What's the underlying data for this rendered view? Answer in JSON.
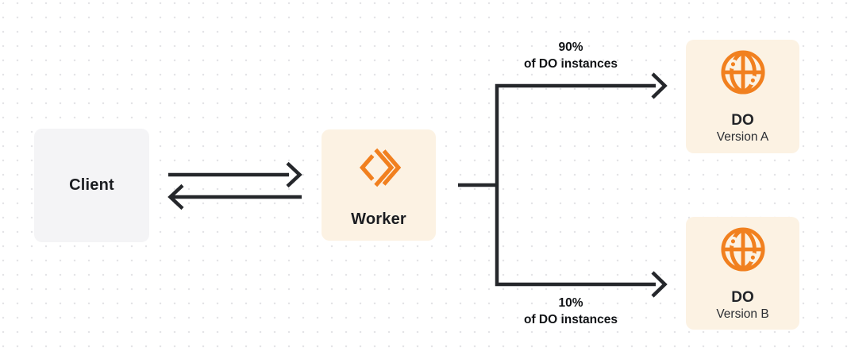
{
  "colors": {
    "accent_orange": "#F1801F",
    "connector_line": "#25272B",
    "cream_node_bg": "#FCF2E3",
    "gray_node_bg": "#F4F4F6",
    "dot_grid": "#E4E4E7",
    "text_dark": "#1B1D21"
  },
  "nodes": {
    "client": {
      "label": "Client"
    },
    "worker": {
      "label": "Worker",
      "icon": "workers-chevrons-icon"
    },
    "do_version_a": {
      "title": "DO",
      "subtitle": "Version A",
      "icon": "globe-icon"
    },
    "do_version_b": {
      "title": "DO",
      "subtitle": "Version B",
      "icon": "globe-icon"
    }
  },
  "edge_labels": {
    "top_branch": {
      "percent": "90%",
      "caption": "of DO instances"
    },
    "bottom_branch": {
      "percent": "10%",
      "caption": "of DO instances"
    }
  }
}
